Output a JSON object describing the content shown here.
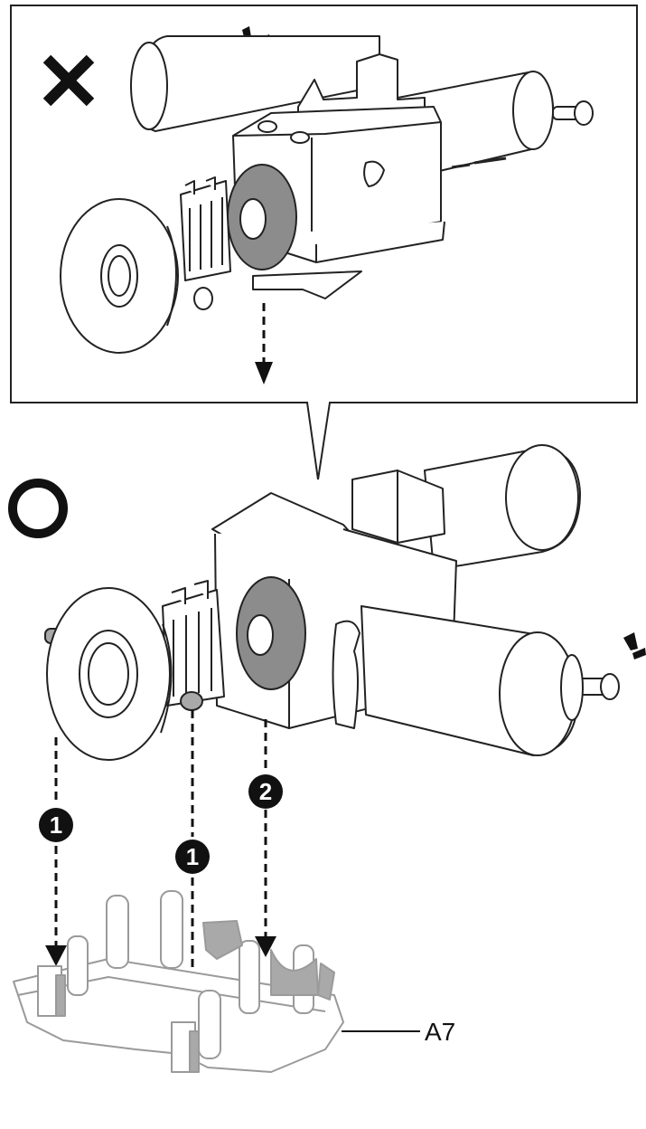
{
  "top_panel": {
    "status_icon": "cross-mark-icon",
    "verdict": "incorrect"
  },
  "bottom_panel": {
    "status_icon": "circle-mark-icon",
    "verdict": "correct"
  },
  "callouts": [
    {
      "label": "1"
    },
    {
      "label": "1"
    },
    {
      "label": "2"
    }
  ],
  "part_label": "A7",
  "colors": {
    "line": "#222222",
    "shade": "#8c8c8c",
    "light_part": "#a9a9a9"
  }
}
